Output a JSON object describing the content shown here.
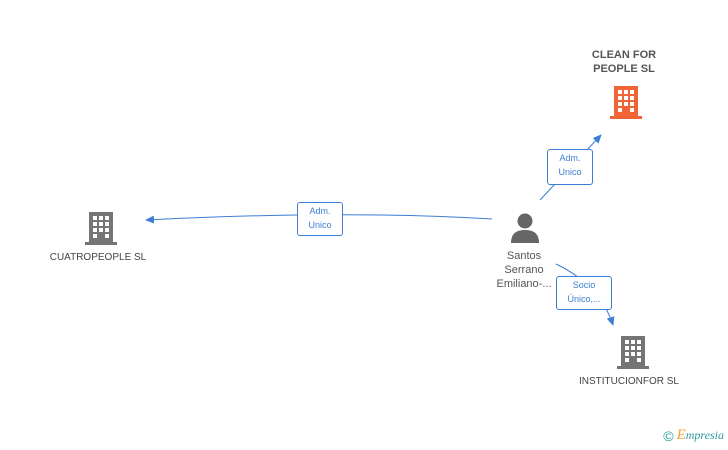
{
  "colors": {
    "edge": "#3c7fd4",
    "company": "#757575",
    "company_highlight": "#f26436",
    "person": "#666666",
    "brand": "#2a9d9a"
  },
  "nodes": {
    "clean_for_people": {
      "line1": "CLEAN FOR",
      "line2": "PEOPLE SL",
      "icon": "building-icon"
    },
    "cuatropeople": {
      "label": "CUATROPEOPLE SL",
      "icon": "building-icon"
    },
    "institucionfor": {
      "label": "INSTITUCIONFOR SL",
      "icon": "building-icon"
    },
    "person": {
      "line1": "Santos",
      "line2": "Serrano",
      "line3": "Emiliano-...",
      "icon": "person-icon"
    }
  },
  "edges": {
    "to_clean": {
      "line1": "Adm.",
      "line2": "Unico"
    },
    "to_cuatro": {
      "line1": "Adm.",
      "line2": "Unico"
    },
    "to_institucion": {
      "line1": "Socio",
      "line2": "Único,..."
    }
  },
  "brand": {
    "copyright": "©",
    "initial": "E",
    "rest": "mpresia"
  }
}
